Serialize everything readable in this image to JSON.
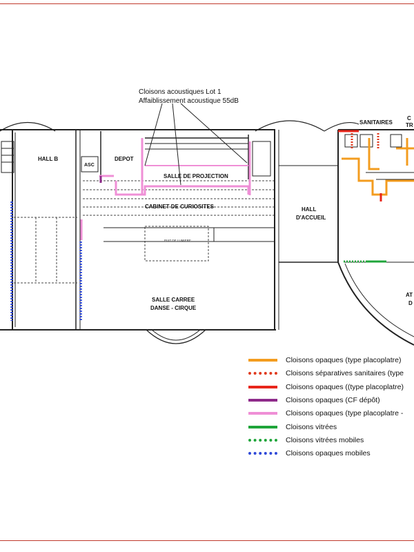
{
  "annotation": {
    "line1": "Cloisons acoustiques Lot 1",
    "line2": "Affaiblissement acoustique 55dB"
  },
  "rooms": {
    "hall_b": "HALL B",
    "asc": "ASC",
    "depot": "DEPOT",
    "salle_projection": "SALLE DE PROJECTION",
    "cabinet": "CABINET DE CURIOSITES",
    "hall_accueil_1": "HALL",
    "hall_accueil_2": "D'ACCUEIL",
    "salle_carree_1": "SALLE CARREE",
    "salle_carree_2": "DANSE - CIRQUE",
    "sanitaires": "SANITAIRES",
    "right_partial_top_1": "C",
    "right_partial_top_2": "TR",
    "right_partial_mid_1": "AT",
    "right_partial_mid_2": "D",
    "puit_de_lumiere": "PUIT DE LUMIERE"
  },
  "legend": [
    {
      "label": "Cloisons opaques (type placoplatre)",
      "color": "#f39c1f",
      "style": "solid"
    },
    {
      "label": "Cloisons séparatives  sanitaires (type",
      "color": "#e03a1e",
      "style": "dotted"
    },
    {
      "label": "Cloisons opaques ((type placoplatre)",
      "color": "#e8261b",
      "style": "solid"
    },
    {
      "label": "Cloisons opaques (CF dépôt)",
      "color": "#8e2a8a",
      "style": "solid"
    },
    {
      "label": "Cloisons opaques  (type placoplatre -",
      "color": "#ef8fd6",
      "style": "solid"
    },
    {
      "label": "Cloisons vitrées",
      "color": "#1fa53a",
      "style": "solid"
    },
    {
      "label": "Cloisons vitrées mobiles",
      "color": "#1fa53a",
      "style": "dotted"
    },
    {
      "label": "Cloisons opaques mobiles",
      "color": "#2f49d8",
      "style": "dotted"
    }
  ]
}
